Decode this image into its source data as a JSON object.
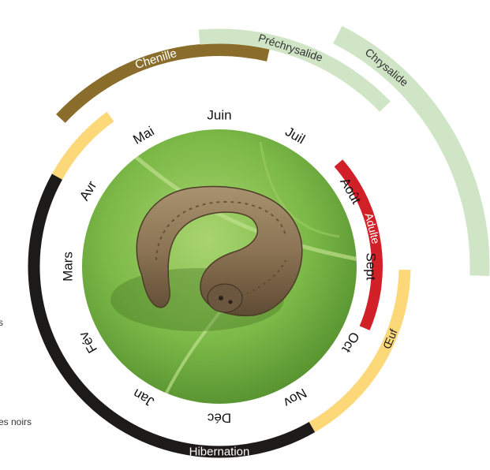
{
  "months": [
    "Juin",
    "Juil",
    "Août",
    "Sept",
    "Oct",
    "Nov",
    "Déc",
    "Jan",
    "Fév",
    "Mars",
    "Avr",
    "Mai"
  ],
  "stages": {
    "chenille": "Chenille",
    "prechrysalide": "Préchrysalide",
    "chrysalide": "Chrysalide",
    "adulte": "Adulte",
    "oeuf": "Œuf",
    "hibernation": "Hibernation"
  },
  "side_text": [
    "s",
    "es noirs"
  ],
  "colors": {
    "chenille": "#8a6d2b",
    "pupa": "#cfe5c6",
    "adulte": "#d22028",
    "oeuf": "#fcd879",
    "hibernation": "#1d1b1a",
    "leaf": "#6fae3a",
    "caterpillar": "#8a7456"
  },
  "center_image": "cutworm-caterpillar-on-leaf"
}
